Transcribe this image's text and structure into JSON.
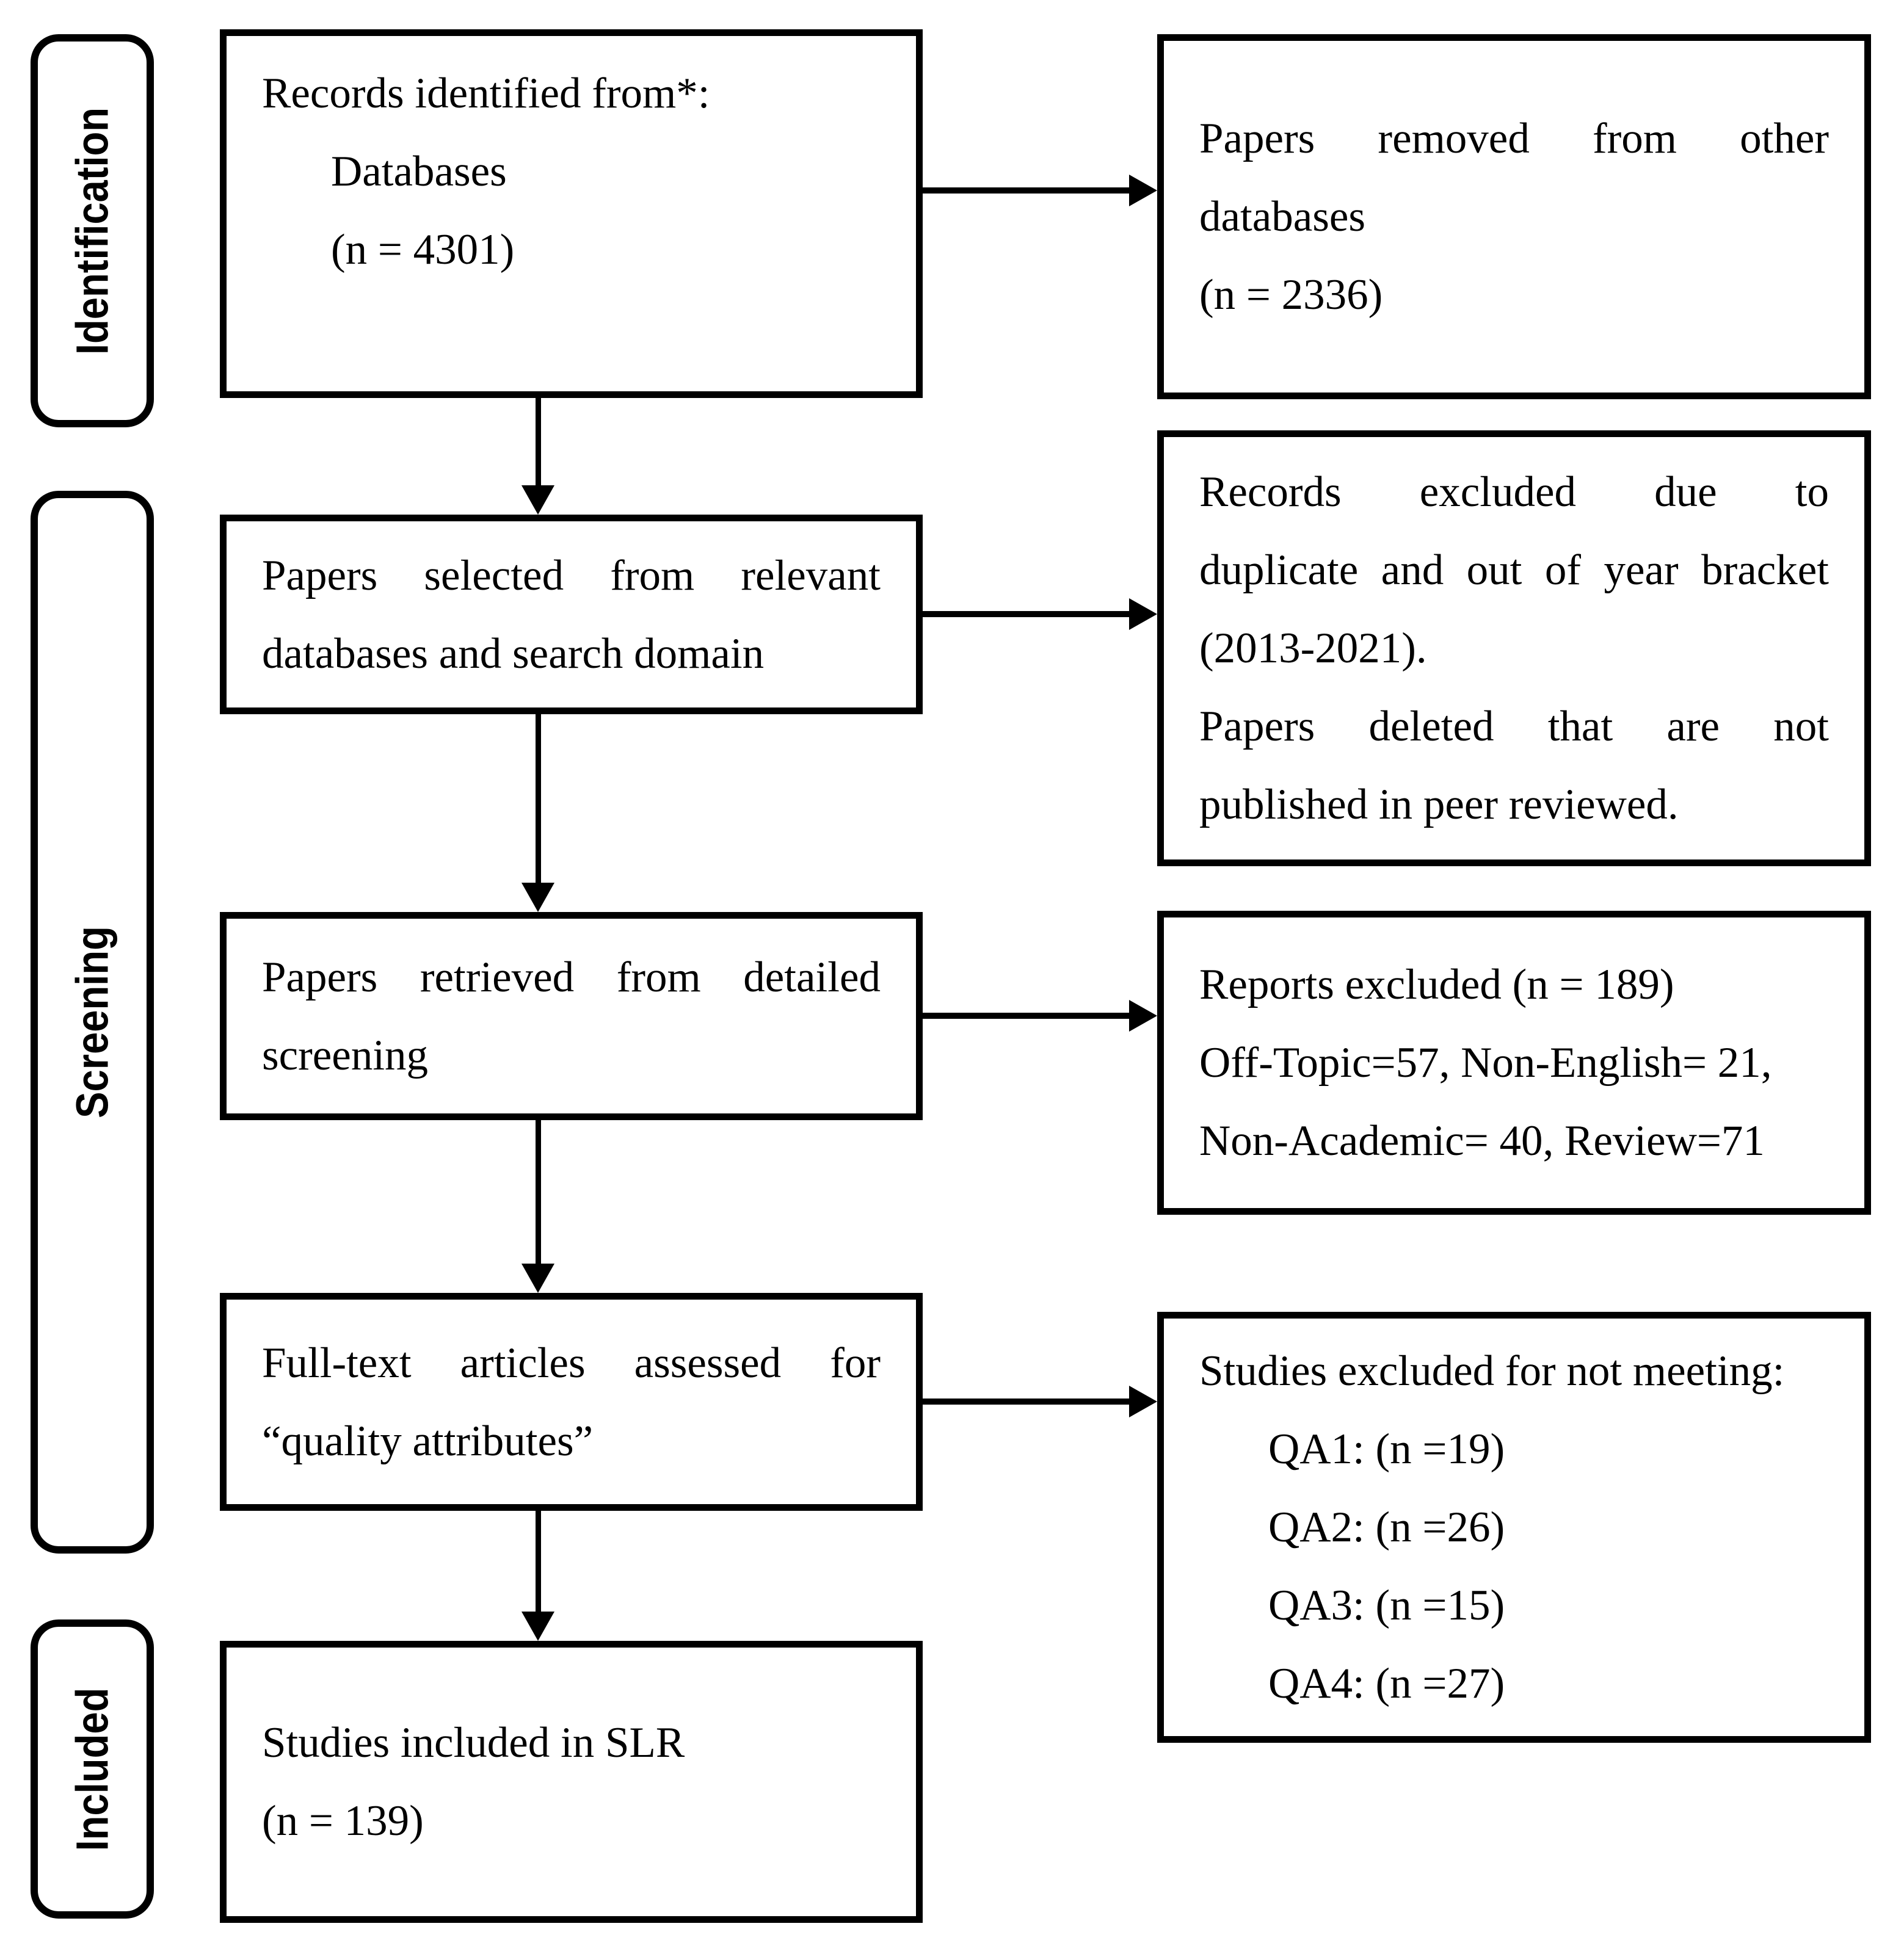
{
  "stages": [
    {
      "label": "Identification"
    },
    {
      "label": "Screening"
    },
    {
      "label": "Included"
    }
  ],
  "process": {
    "records_identified": {
      "lines": [
        "Records identified from*:",
        "Databases",
        "(n = 4301)"
      ]
    },
    "papers_selected": {
      "lines": [
        "Papers selected from relevant",
        "databases and search domain"
      ]
    },
    "papers_retrieved": {
      "lines": [
        "Papers retrieved from detailed",
        "screening"
      ]
    },
    "fulltext_assessed": {
      "lines": [
        "Full-text articles assessed for",
        "“quality attributes”"
      ]
    },
    "studies_included": {
      "lines": [
        "Studies included in SLR",
        "(n = 139)"
      ]
    }
  },
  "exclusions": {
    "removed_other_databases": {
      "lines": [
        "Papers removed from other",
        "databases",
        "(n = 2336)"
      ]
    },
    "records_excluded": {
      "lines": [
        "Records excluded due to",
        "duplicate and out of year bracket",
        "(2013-2021).",
        "Papers deleted that are not",
        "published in peer reviewed."
      ]
    },
    "reports_excluded": {
      "lines": [
        "Reports excluded (n = 189)",
        "Off-Topic=57, Non-English= 21,",
        "Non-Academic= 40, Review=71"
      ]
    },
    "studies_excluded_qa": {
      "lines": [
        "Studies excluded for not meeting:",
        "QA1: (n =19)",
        "QA2: (n =26)",
        "QA3: (n =15)",
        "QA4: (n =27)"
      ]
    }
  },
  "colors": {
    "stroke": "#000000",
    "background": "#ffffff",
    "text": "#000000"
  }
}
